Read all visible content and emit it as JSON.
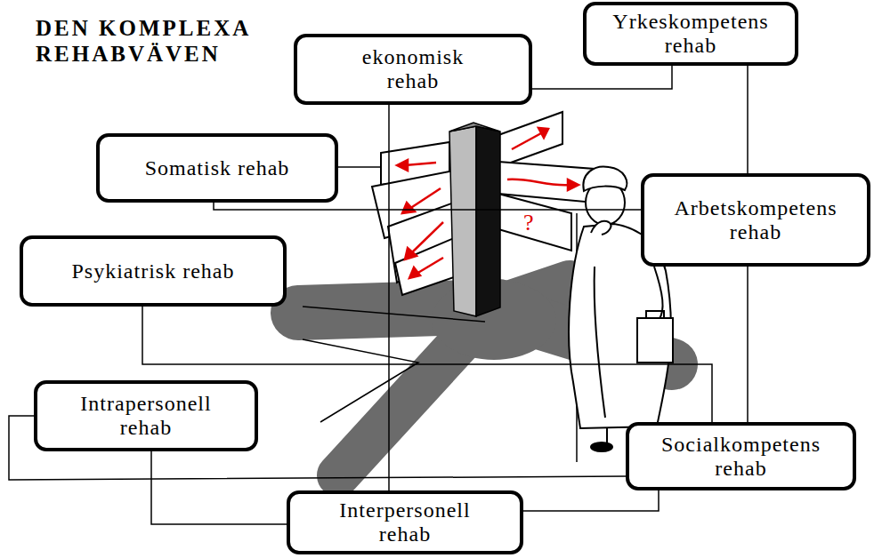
{
  "diagram": {
    "title": "DEN KOMPLEXA REHABVÄVEN",
    "nodes": [
      {
        "text": [
          "ekonomisk rehab"
        ]
      },
      {
        "text": [
          "Yrkeskompetens rehab"
        ]
      },
      {
        "text": [
          "Somatisk rehab"
        ]
      },
      {
        "text": [
          "Arbetskompetens rehab"
        ]
      },
      {
        "text": [
          "Psykiatrisk rehab"
        ]
      },
      {
        "text": [
          "Intrapersonell rehab"
        ]
      },
      {
        "text": [
          "Socialkompetens rehab"
        ]
      },
      {
        "text": [
          "Interpersonell rehab"
        ]
      }
    ],
    "edges": [
      {
        "from": 0,
        "to": 1,
        "arrow": "none"
      },
      {
        "from": 0,
        "to": 7,
        "arrow": "none"
      },
      {
        "from": 1,
        "to": 3,
        "arrow": "none"
      },
      {
        "from": 2,
        "to": 3,
        "arrow": "none"
      },
      {
        "from": 3,
        "to": 6,
        "arrow": "none"
      },
      {
        "from": 4,
        "to": 6,
        "arrow": "none"
      },
      {
        "from": 5,
        "to": 7,
        "arrow": "none"
      },
      {
        "from": 5,
        "to": 6,
        "arrow": "none"
      },
      {
        "from": 7,
        "to": 6,
        "arrow": "none"
      }
    ],
    "labels": [
      "?"
    ]
  }
}
